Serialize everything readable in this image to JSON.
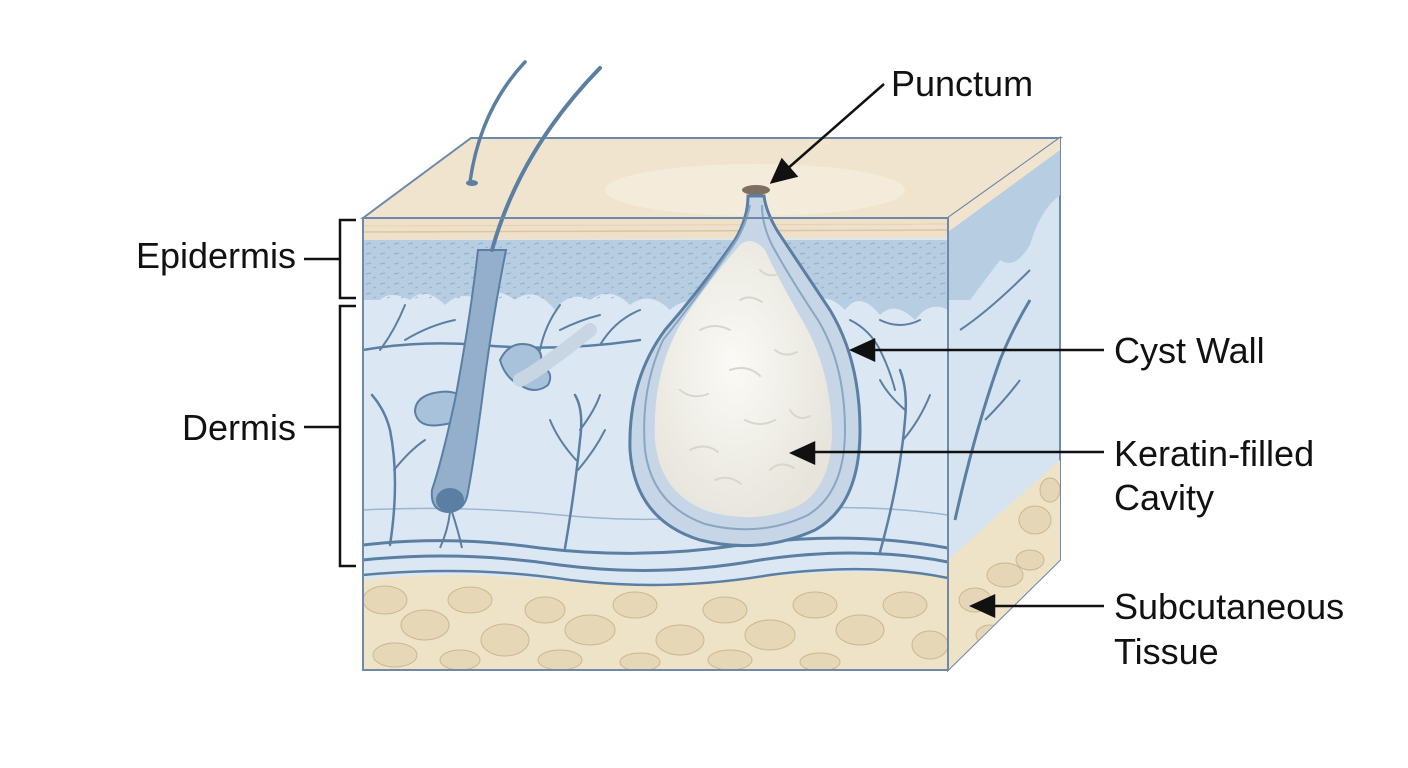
{
  "labels": {
    "punctum": "Punctum",
    "epidermis": "Epidermis",
    "dermis": "Dermis",
    "cyst_wall": "Cyst Wall",
    "keratin_line1": "Keratin-filled",
    "keratin_line2": "Cavity",
    "subcutaneous_line1": "Subcutaneous",
    "subcutaneous_line2": "Tissue"
  },
  "colors": {
    "skin_surface": "#f1e4cf",
    "epidermis": "#b7cde2",
    "dermis": "#dbe8f4",
    "subcutaneous": "#efe3c7",
    "vessel": "#5b7fa3",
    "keratin": "#f3f1ea",
    "outline": "#6e8aa8"
  }
}
